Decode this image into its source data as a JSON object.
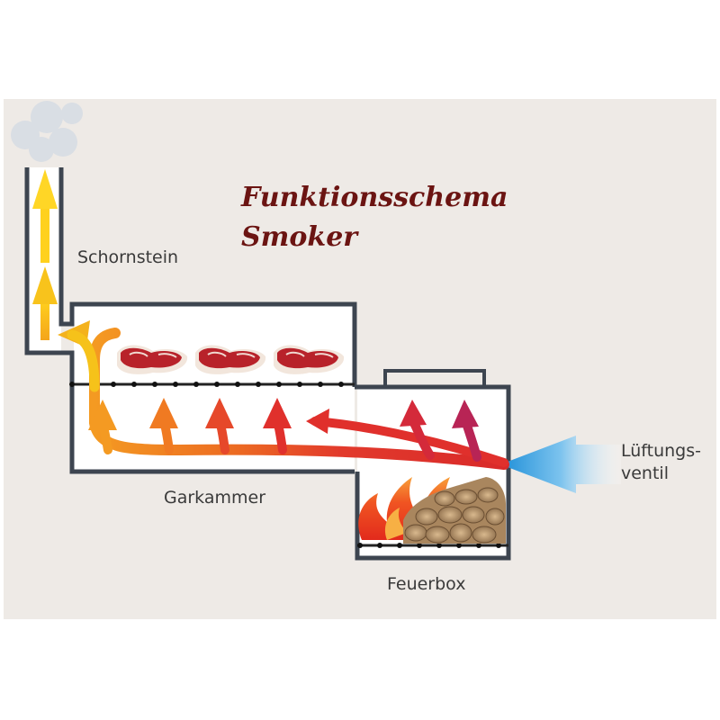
{
  "title": {
    "line1": "Funktionsschema",
    "line2": "Smoker"
  },
  "labels": {
    "chimney": "Schornstein",
    "cooking_chamber": "Garkammer",
    "firebox": "Feuerbox",
    "vent_line1": "Lüftungs-",
    "vent_line2": "ventil"
  },
  "colors": {
    "background": "#eeeae6",
    "title": "#6b1412",
    "wall": "#3d4550",
    "hot_air": "#e23a2c",
    "warm_air": "#f08a1e",
    "exhaust": "#f6c21a",
    "fresh_air": "#3aa0e0",
    "smoke": "#d8dde3"
  },
  "icons": [
    "meat-icon",
    "flame-icon",
    "wood-pile-icon",
    "smoke-cloud-icon",
    "arrow-up-icon"
  ]
}
